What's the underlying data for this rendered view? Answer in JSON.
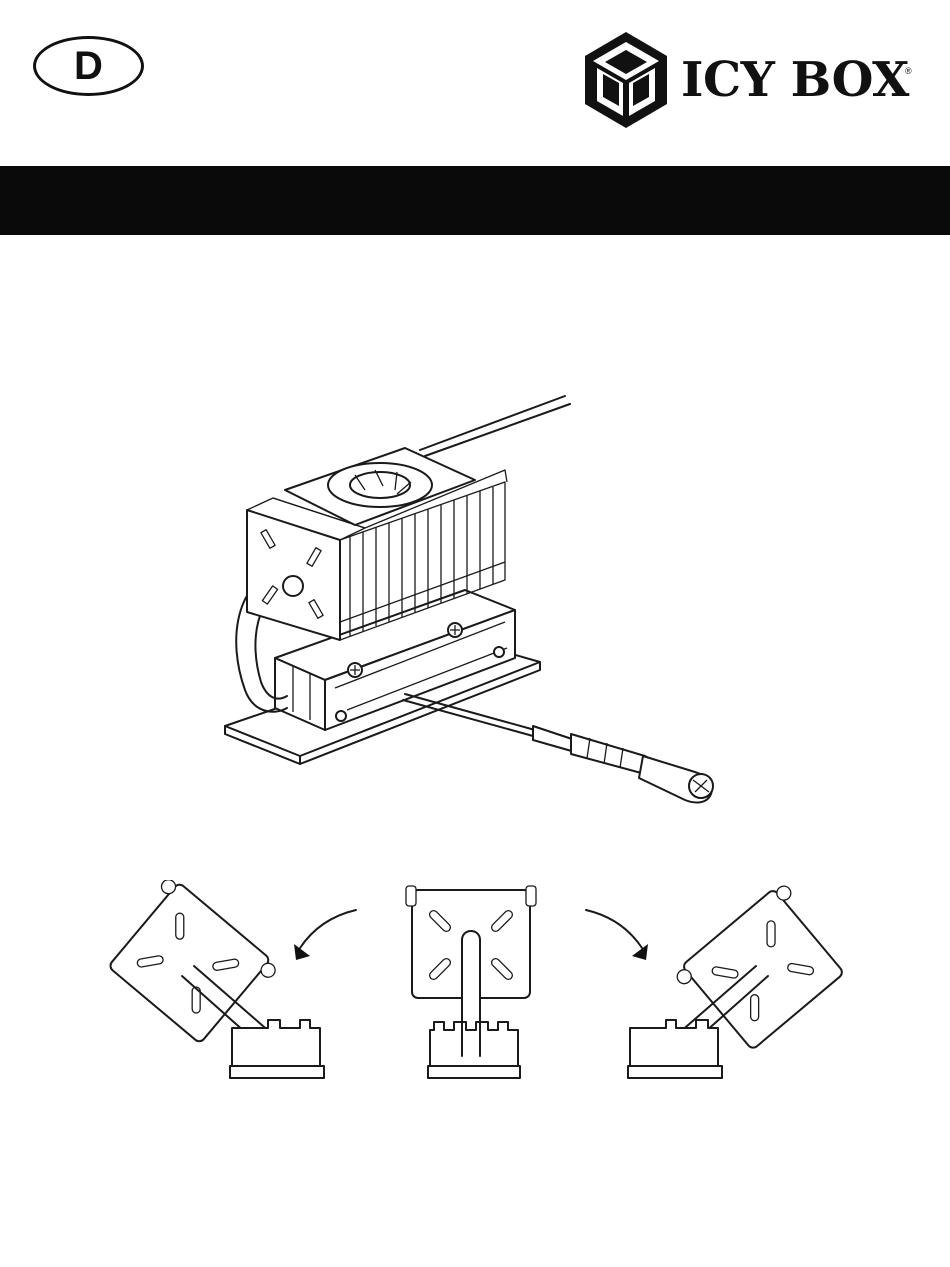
{
  "language_badge": "D",
  "brand": {
    "name": "ICY BOX",
    "registered_mark": "®",
    "logo_icon": "cube-logo-icon"
  },
  "title_bar": {
    "text": "",
    "color": "#0a0a0a"
  },
  "figures": {
    "main": "heatsink-screwdriver-illustration",
    "rotation": [
      "rotate-left-view",
      "upright-view",
      "rotate-right-view"
    ],
    "arrows": [
      "rotate-left-arrow-icon",
      "rotate-right-arrow-icon"
    ]
  }
}
